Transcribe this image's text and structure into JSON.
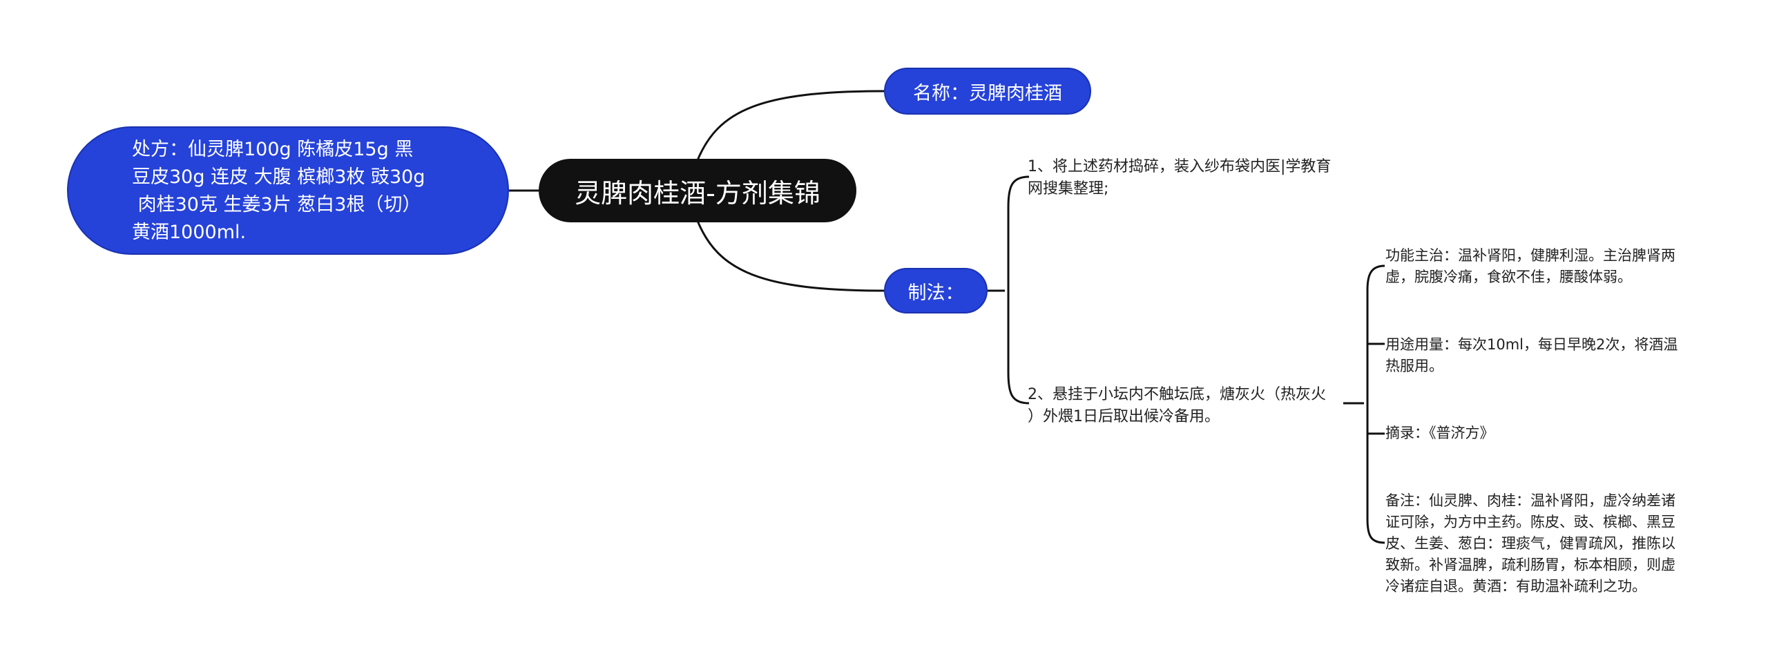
{
  "root": {
    "title": "灵脾肉桂酒-方剂集锦"
  },
  "name_node": {
    "label": "名称：灵脾肉桂酒"
  },
  "formula_node": {
    "lines": [
      "处方：仙灵脾100g 陈橘皮15g 黑",
      "豆皮30g 连皮 大腹 槟榔3枚 豉30g",
      " 肉桂30克 生姜3片 葱白3根（切）",
      "黄酒1000ml."
    ]
  },
  "method_node": {
    "label": "制法：",
    "step1": [
      "1、将上述药材捣碎，装入纱布袋内医|学教育",
      "网搜集整理;"
    ],
    "step2": [
      "2、悬挂于小坛内不触坛底，煻灰火（热灰火",
      "）外煨1日后取出候冷备用。"
    ]
  },
  "details": {
    "function": [
      "功能主治：温补肾阳，健脾利湿。主治脾肾两",
      "虚，脘腹冷痛，食欲不佳，腰酸体弱。"
    ],
    "usage": [
      "用途用量：每次10ml，每日早晚2次，将酒温",
      "热服用。"
    ],
    "source": [
      "摘录：《普济方》"
    ],
    "notes": [
      "备注：仙灵脾、肉桂：温补肾阳，虚冷纳差诸",
      "证可除，为方中主药。陈皮、豉、槟榔、黑豆",
      "皮、生姜、葱白：理痰气，健胃疏风，推陈以",
      "致新。补肾温脾，疏利肠胃，标本相顾，则虚",
      "冷诸症自退。黄酒：有助温补疏利之功。"
    ]
  },
  "colors": {
    "root_bg": "#111111",
    "node_bg": "#2542d9",
    "line": "#111111"
  }
}
